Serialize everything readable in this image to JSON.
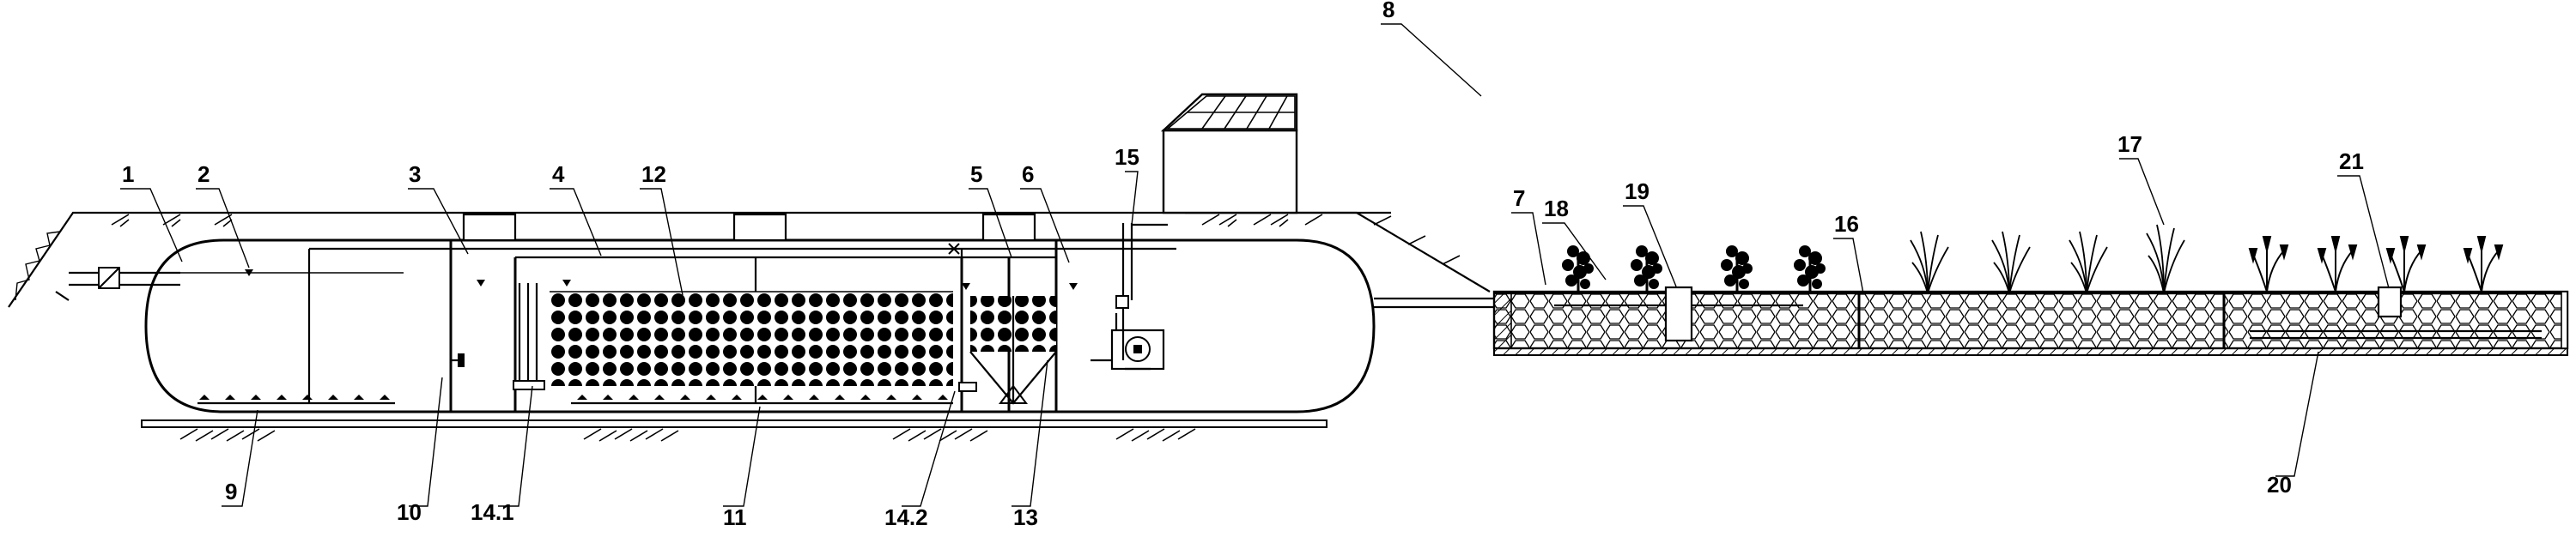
{
  "labels": [
    {
      "id": "1",
      "text": "1"
    },
    {
      "id": "2",
      "text": "2"
    },
    {
      "id": "3",
      "text": "3"
    },
    {
      "id": "4",
      "text": "4"
    },
    {
      "id": "5",
      "text": "5"
    },
    {
      "id": "6",
      "text": "6"
    },
    {
      "id": "7",
      "text": "7"
    },
    {
      "id": "8",
      "text": "8"
    },
    {
      "id": "9",
      "text": "9"
    },
    {
      "id": "10",
      "text": "10"
    },
    {
      "id": "11",
      "text": "11"
    },
    {
      "id": "12",
      "text": "12"
    },
    {
      "id": "13",
      "text": "13"
    },
    {
      "id": "14_1",
      "text": "14.1"
    },
    {
      "id": "14_2",
      "text": "14.2"
    },
    {
      "id": "15",
      "text": "15"
    },
    {
      "id": "16",
      "text": "16"
    },
    {
      "id": "17",
      "text": "17"
    },
    {
      "id": "18",
      "text": "18"
    },
    {
      "id": "19",
      "text": "19"
    },
    {
      "id": "20",
      "text": "20"
    },
    {
      "id": "21",
      "text": "21"
    }
  ]
}
